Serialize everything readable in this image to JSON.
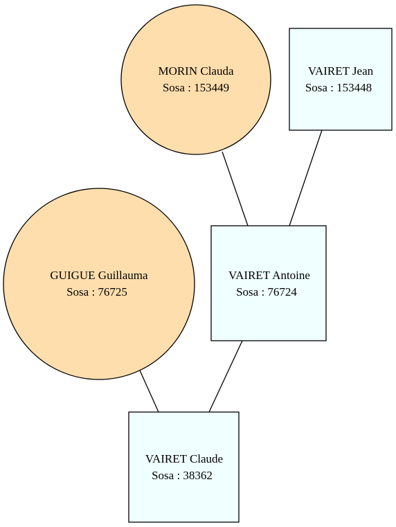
{
  "colors": {
    "female_fill": "#FFDEAD",
    "male_fill": "#F0FFFF",
    "stroke": "#000000"
  },
  "persons": {
    "morin": {
      "name": "MORIN Clauda",
      "sosa": "Sosa : 153449",
      "sex": "female",
      "shape": "circle"
    },
    "vairet_jean": {
      "name": "VAIRET Jean",
      "sosa": "Sosa : 153448",
      "sex": "male",
      "shape": "box"
    },
    "guigue": {
      "name": "GUIGUE Guillauma",
      "sosa": "Sosa : 76725",
      "sex": "female",
      "shape": "circle"
    },
    "vairet_antoine": {
      "name": "VAIRET Antoine",
      "sosa": "Sosa : 76724",
      "sex": "male",
      "shape": "box"
    },
    "vairet_claude": {
      "name": "VAIRET Claude",
      "sosa": "Sosa : 38362",
      "sex": "male",
      "shape": "box"
    }
  },
  "edges": [
    {
      "from": "morin",
      "to": "vairet_antoine"
    },
    {
      "from": "vairet_jean",
      "to": "vairet_antoine"
    },
    {
      "from": "guigue",
      "to": "vairet_claude"
    },
    {
      "from": "vairet_antoine",
      "to": "vairet_claude"
    }
  ]
}
